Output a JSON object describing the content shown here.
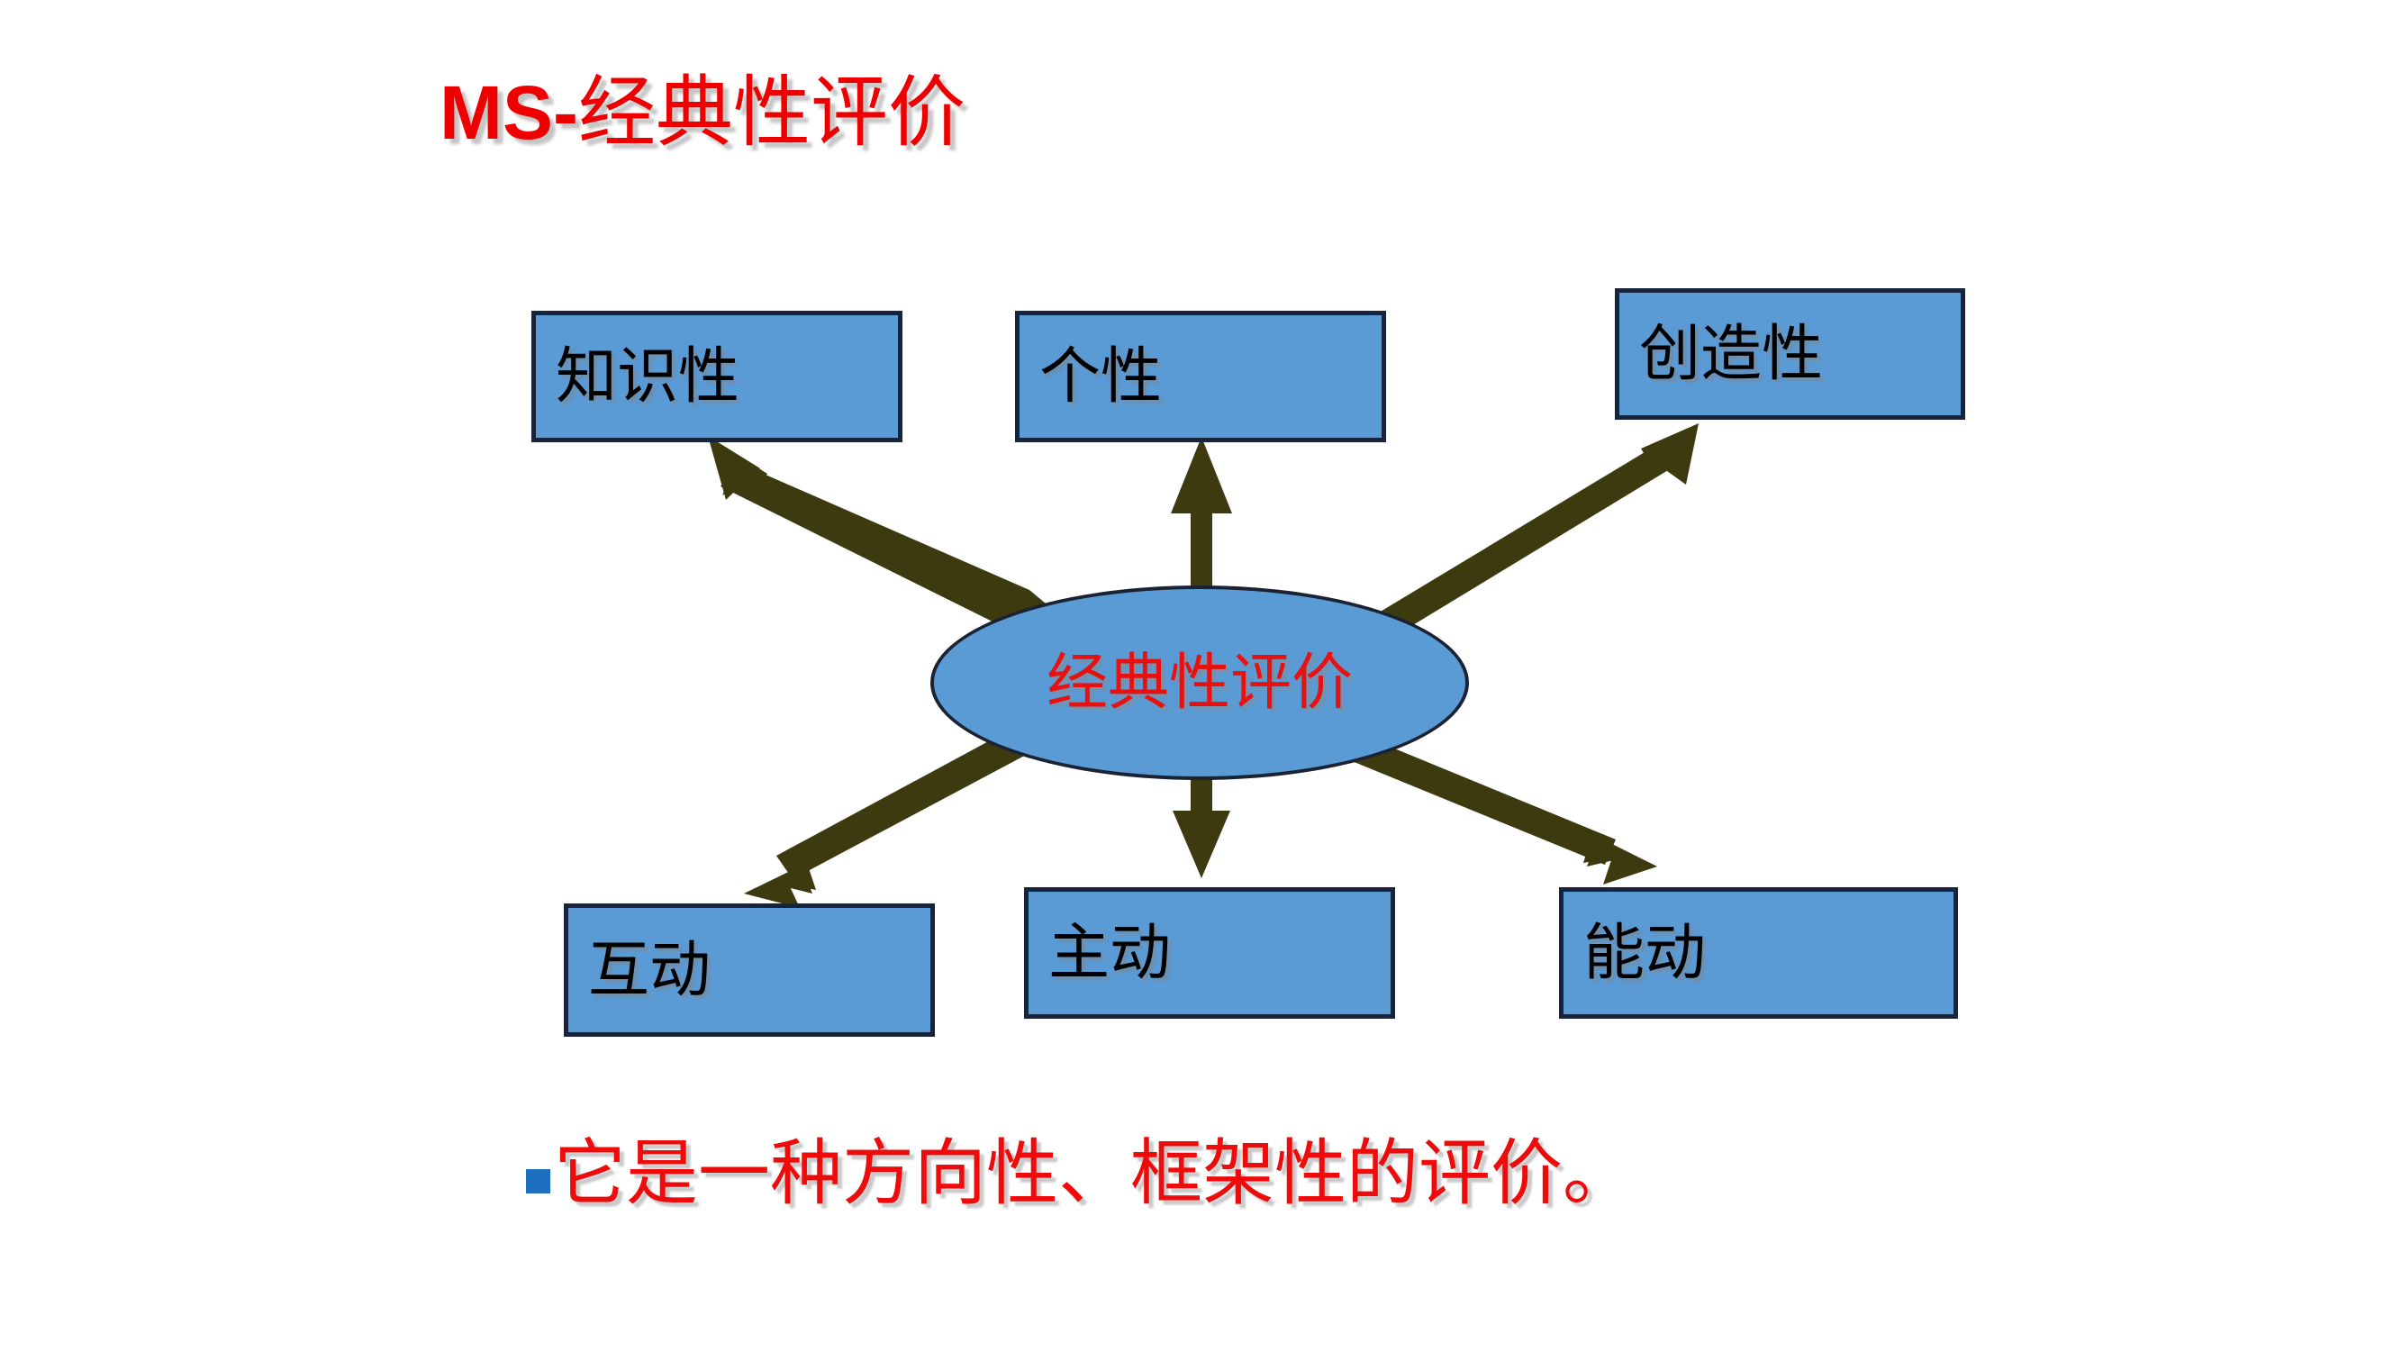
{
  "slide": {
    "title_latin": "MS-",
    "title_cjk": "经典性评价",
    "title_full": "MS-经典性评价",
    "background_color": "#ffffff"
  },
  "diagram": {
    "type": "radial-hub-and-spoke",
    "center": {
      "label": "经典性评价",
      "shape": "ellipse",
      "fill_color": "#5b9bd5",
      "text_color": "#e8110f",
      "border_color": "#1b2333"
    },
    "arrow_color": "#3d3a10",
    "node_fill_color": "#5b9bd5",
    "node_border_color": "#17243b",
    "node_text_color": "#000000",
    "nodes": [
      {
        "id": "zhishixing",
        "label": "知识性",
        "position": "top-left"
      },
      {
        "id": "gexing",
        "label": "个性",
        "position": "top-center"
      },
      {
        "id": "chuangzao",
        "label": "创造性",
        "position": "top-right"
      },
      {
        "id": "hudong",
        "label": "互动",
        "position": "bottom-left"
      },
      {
        "id": "zhudong",
        "label": "主动",
        "position": "bottom-center"
      },
      {
        "id": "nengdong",
        "label": "能动",
        "position": "bottom-right"
      }
    ]
  },
  "bullet": {
    "marker_color": "#1f6fc0",
    "text": "它是一种方向性、框架性的评价。",
    "text_color": "#ee0b0b"
  }
}
